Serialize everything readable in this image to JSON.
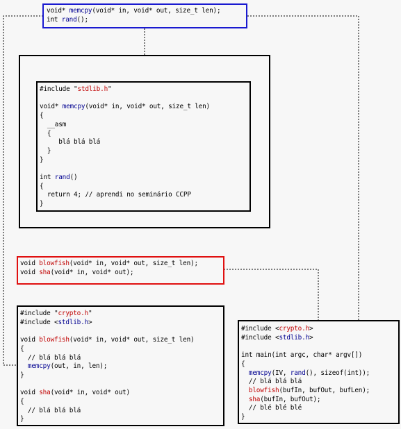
{
  "colors": {
    "red": "#c00000",
    "blue": "#000090",
    "blue_border": "#1a1ad0",
    "red_border": "#e01010"
  },
  "header_box": {
    "lines": [
      [
        {
          "t": "void* "
        },
        {
          "t": "memcpy",
          "c": "blue"
        },
        {
          "t": "(void* in, void* out, size_t len);"
        }
      ],
      [
        {
          "t": "int "
        },
        {
          "t": "rand",
          "c": "blue"
        },
        {
          "t": "();"
        }
      ]
    ]
  },
  "stdlib_impl": {
    "lines": [
      [
        {
          "t": "#include \""
        },
        {
          "t": "stdlib.h",
          "c": "red"
        },
        {
          "t": "\""
        }
      ],
      [],
      [
        {
          "t": "void* "
        },
        {
          "t": "memcpy",
          "c": "blue"
        },
        {
          "t": "(void* in, void* out, size_t len)"
        }
      ],
      [
        {
          "t": "{"
        }
      ],
      [
        {
          "t": "  __asm"
        }
      ],
      [
        {
          "t": "  {"
        }
      ],
      [
        {
          "t": "     blá blá blá"
        }
      ],
      [
        {
          "t": "  }"
        }
      ],
      [
        {
          "t": "}"
        }
      ],
      [],
      [
        {
          "t": "int "
        },
        {
          "t": "rand",
          "c": "blue"
        },
        {
          "t": "()"
        }
      ],
      [
        {
          "t": "{"
        }
      ],
      [
        {
          "t": "  return 4; // aprendi no seminário CCPP"
        }
      ],
      [
        {
          "t": "}"
        }
      ]
    ]
  },
  "crypto_header": {
    "lines": [
      [
        {
          "t": "void "
        },
        {
          "t": "blowfish",
          "c": "red"
        },
        {
          "t": "(void* in, void* out, size_t len);"
        }
      ],
      [
        {
          "t": "void "
        },
        {
          "t": "sha",
          "c": "red"
        },
        {
          "t": "(void* in, void* out);"
        }
      ]
    ]
  },
  "crypto_impl": {
    "lines": [
      [
        {
          "t": "#include \""
        },
        {
          "t": "crypto.h",
          "c": "red"
        },
        {
          "t": "\""
        }
      ],
      [
        {
          "t": "#include <"
        },
        {
          "t": "stdlib.h",
          "c": "blue"
        },
        {
          "t": ">"
        }
      ],
      [],
      [
        {
          "t": "void "
        },
        {
          "t": "blowfish",
          "c": "red"
        },
        {
          "t": "(void* in, void* out, size_t len)"
        }
      ],
      [
        {
          "t": "{"
        }
      ],
      [
        {
          "t": "  // blá blá blá"
        }
      ],
      [
        {
          "t": "  "
        },
        {
          "t": "memcpy",
          "c": "blue"
        },
        {
          "t": "(out, in, len);"
        }
      ],
      [
        {
          "t": "}"
        }
      ],
      [],
      [
        {
          "t": "void "
        },
        {
          "t": "sha",
          "c": "red"
        },
        {
          "t": "(void* in, void* out)"
        }
      ],
      [
        {
          "t": "{"
        }
      ],
      [
        {
          "t": "  // blá blá blá"
        }
      ],
      [
        {
          "t": "}"
        }
      ]
    ]
  },
  "main_impl": {
    "lines": [
      [
        {
          "t": "#include <"
        },
        {
          "t": "crypto.h",
          "c": "red"
        },
        {
          "t": ">"
        }
      ],
      [
        {
          "t": "#include <"
        },
        {
          "t": "stdlib.h",
          "c": "blue"
        },
        {
          "t": ">"
        }
      ],
      [],
      [
        {
          "t": "int main(int argc, char* argv[])"
        }
      ],
      [
        {
          "t": "{"
        }
      ],
      [
        {
          "t": "  "
        },
        {
          "t": "memcpy",
          "c": "blue"
        },
        {
          "t": "(IV, "
        },
        {
          "t": "rand",
          "c": "blue"
        },
        {
          "t": "(), sizeof(int));"
        }
      ],
      [
        {
          "t": "  // blá blá blá"
        }
      ],
      [
        {
          "t": "  "
        },
        {
          "t": "blowfish",
          "c": "red"
        },
        {
          "t": "(bufIn, bufOut, bufLen);"
        }
      ],
      [
        {
          "t": "  "
        },
        {
          "t": "sha",
          "c": "red"
        },
        {
          "t": "(bufIn, bufOut);"
        }
      ],
      [
        {
          "t": "  // blé blé blé"
        }
      ],
      [
        {
          "t": "}"
        }
      ]
    ]
  }
}
